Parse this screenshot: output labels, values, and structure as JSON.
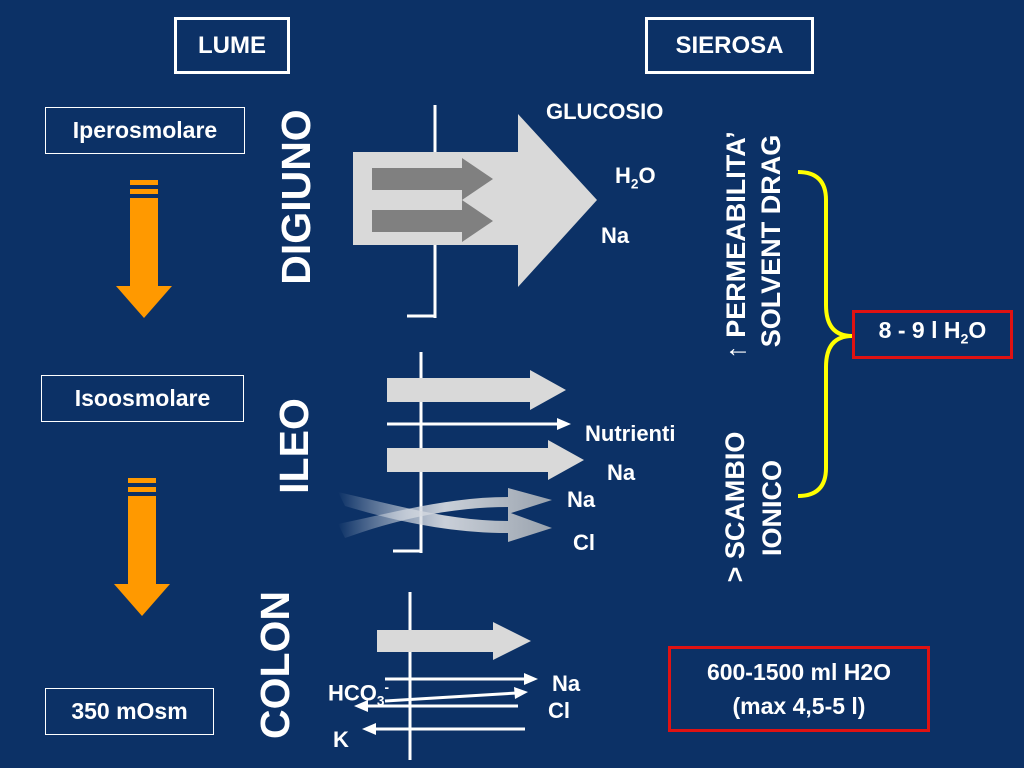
{
  "headers": {
    "lume": "LUME",
    "sierosa": "SIEROSA"
  },
  "states": {
    "iperosmolare": "Iperosmolare",
    "isoosmolare": "Isoosmolare",
    "mosm": "350 mOsm"
  },
  "segments": {
    "digiuno": "DIGIUNO",
    "ileo": "ILEO",
    "colon": "COLON"
  },
  "digiuno_labels": {
    "glucosio": "GLUCOSIO",
    "h2o_main": "H",
    "h2o_sub": "2",
    "h2o_tail": "O",
    "na": "Na"
  },
  "ileo_labels": {
    "nutrienti": "Nutrienti",
    "na_top": "Na",
    "na_bottom": "Na",
    "cl": "Cl"
  },
  "colon_labels": {
    "hco3_main": "HCO",
    "hco3_sub": "3",
    "hco3_sup": "-",
    "k": "K",
    "na": "Na",
    "cl": "Cl"
  },
  "mechanisms": {
    "permeabilita": "↑ PERMEABILITA’",
    "solvent_drag": "SOLVENT DRAG",
    "scambio": "> SCAMBIO",
    "ionico": "IONICO"
  },
  "totals": {
    "water_main": "8 - 9 l H",
    "water_sub": "2",
    "water_tail": "O",
    "colon_line1": "600-1500 ml H2O",
    "colon_line2": "(max 4,5-5 l)"
  },
  "colors": {
    "background": "#0c3166",
    "orange_arrow": "#ff9900",
    "brace": "#ffff00",
    "red_border": "#e01212",
    "gray_arrow": "#d9d9d9",
    "dark_gray_arrow": "#7f7f7f"
  }
}
